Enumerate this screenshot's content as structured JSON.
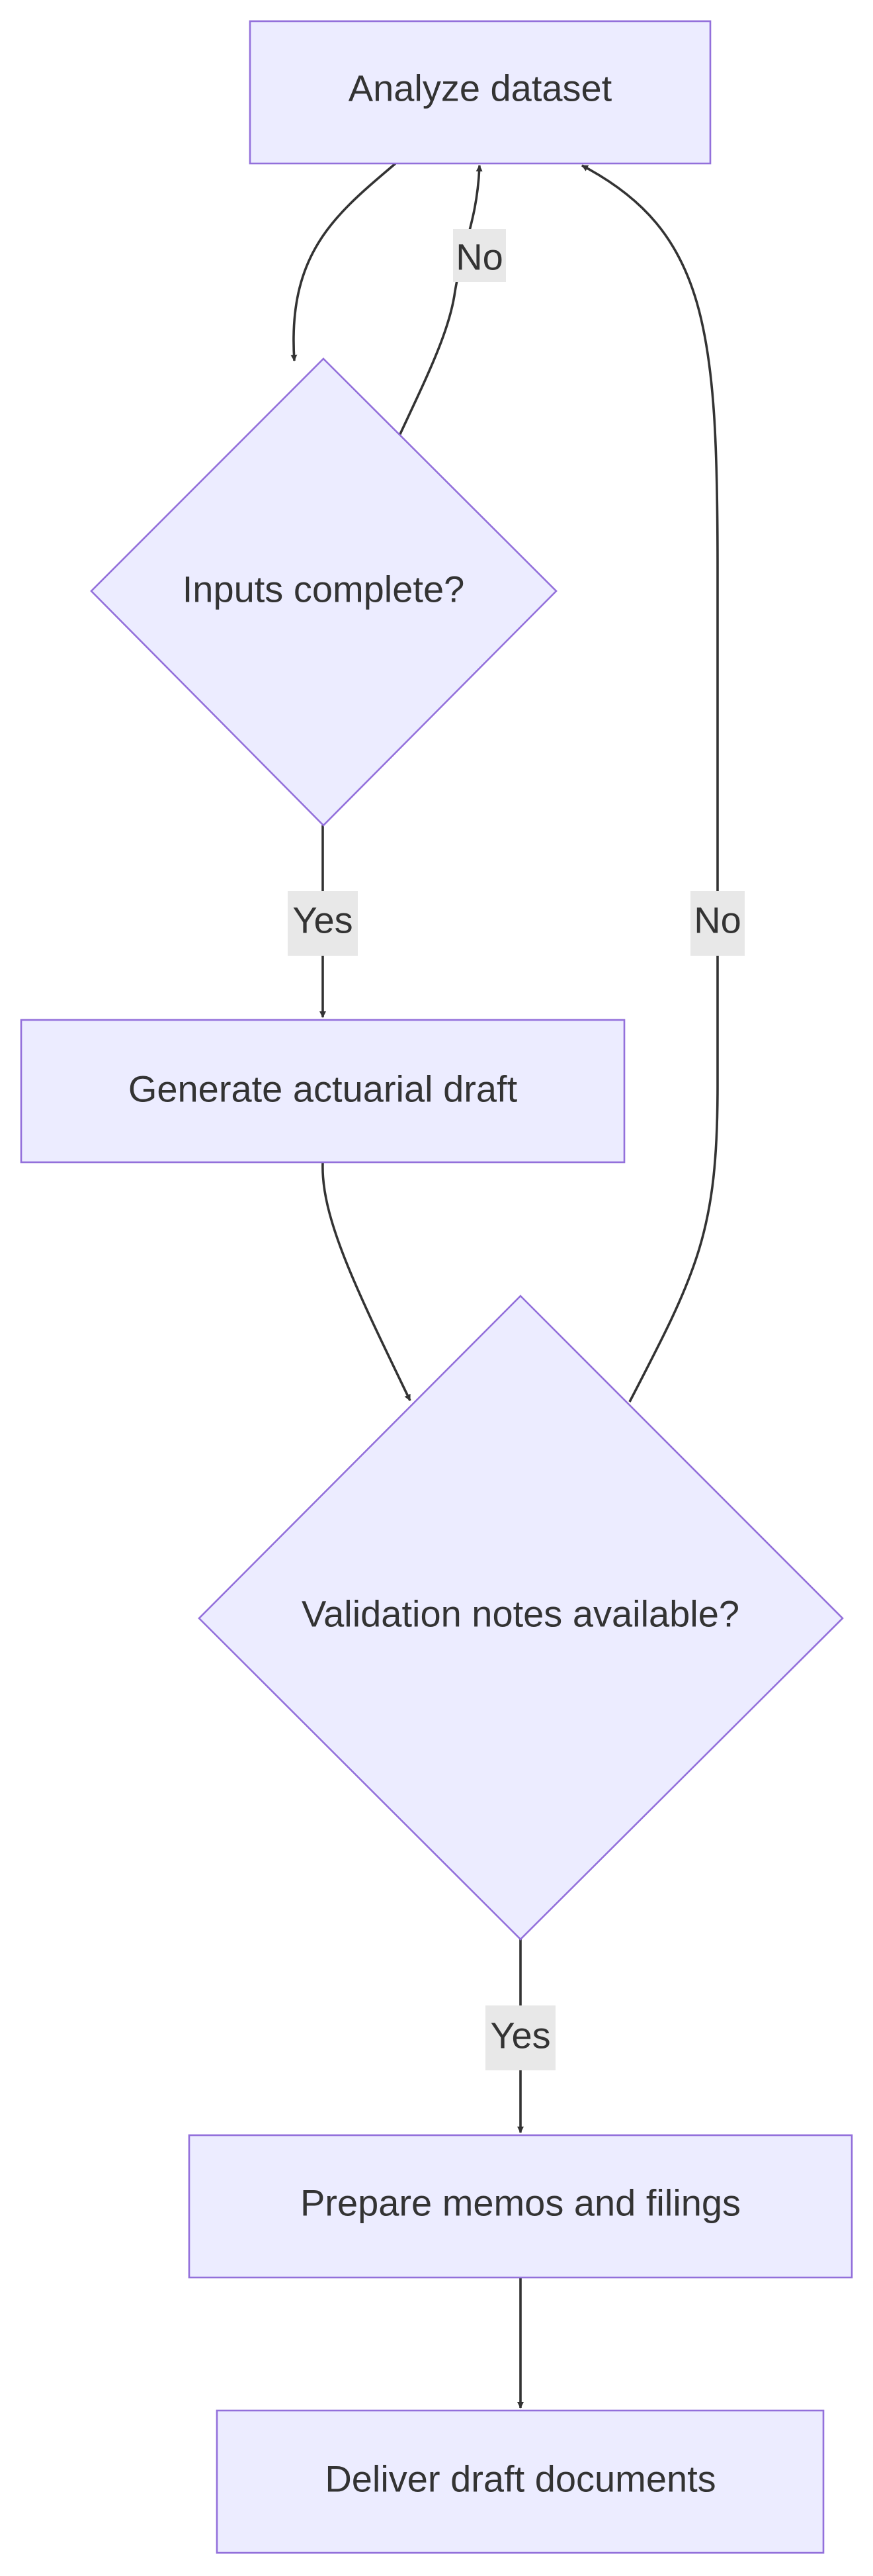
{
  "diagram": {
    "nodes": {
      "analyze": "Analyze dataset",
      "inputs": "Inputs complete?",
      "generate": "Generate actuarial draft",
      "validation": "Validation notes available?",
      "prepare": "Prepare memos and filings",
      "deliver": "Deliver draft documents"
    },
    "edges": {
      "inputs_no": "No",
      "inputs_yes": "Yes",
      "validation_no": "No",
      "validation_yes": "Yes"
    }
  },
  "colors": {
    "node_fill": "#ECECFF",
    "node_stroke": "#9370DB",
    "edge": "#333333",
    "edge_label_bg": "#e8e8e8",
    "text": "#333333"
  }
}
